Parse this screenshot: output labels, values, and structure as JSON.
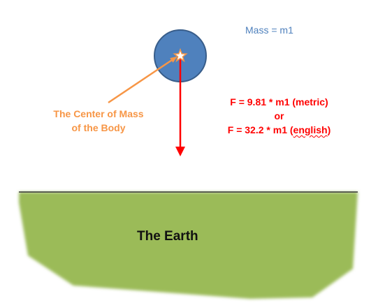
{
  "mass_label": "Mass = m1",
  "center_of_mass_label": {
    "line1": "The Center of Mass",
    "line2": "of the Body"
  },
  "force_equations": {
    "metric": "F = 9.81 * m1 (metric)",
    "or": "or",
    "english_prefix": "F = 32.2 * m1 (",
    "english_word": "english",
    "english_suffix": ")"
  },
  "earth_label": "The Earth",
  "colors": {
    "body_fill": "#4f81bd",
    "body_stroke": "#385d8a",
    "center_of_mass_arrow": "#f79646",
    "force_arrow": "#ff0000",
    "earth_fill": "#9bbb59",
    "ground_line": "#333333"
  },
  "icons": {
    "center_marker": "star-icon"
  }
}
